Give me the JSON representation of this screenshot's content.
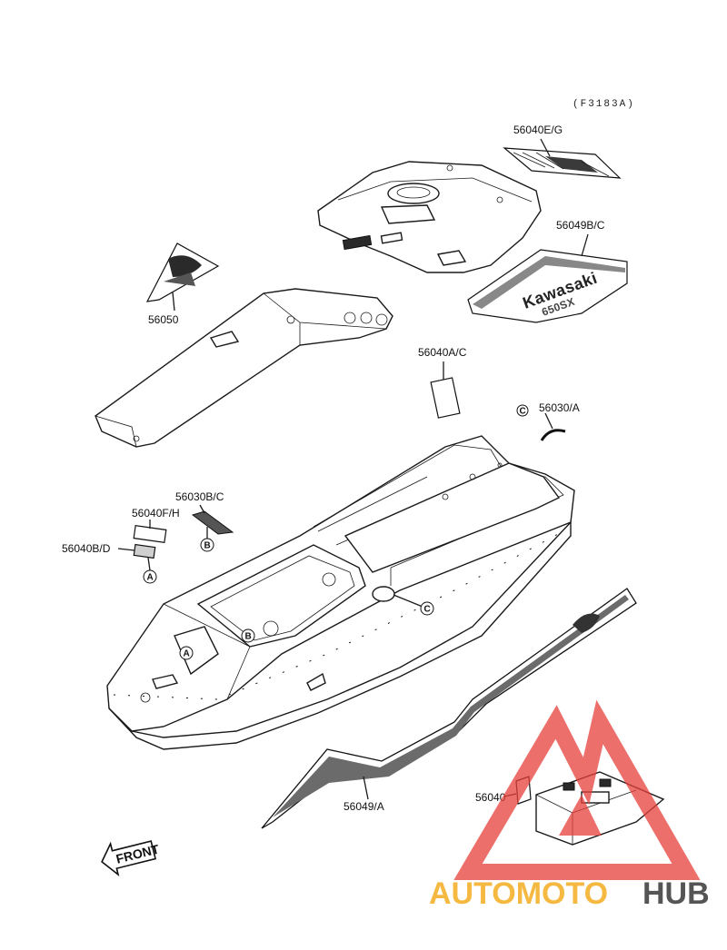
{
  "diagram": {
    "figure_code": "(F3183A)",
    "front_label": "FRONT",
    "brand_decal_text": "Kawasaki",
    "brand_decal_model": "650SX",
    "part_labels": [
      {
        "id": "p1",
        "text": "56040E/G"
      },
      {
        "id": "p2",
        "text": "56049B/C"
      },
      {
        "id": "p3",
        "text": "56050"
      },
      {
        "id": "p4",
        "text": "56040A/C"
      },
      {
        "id": "p5",
        "text": "56030/A"
      },
      {
        "id": "p6",
        "text": "56030B/C"
      },
      {
        "id": "p7",
        "text": "56040F/H"
      },
      {
        "id": "p8",
        "text": "56040B/D"
      },
      {
        "id": "p9",
        "text": "56049/A"
      },
      {
        "id": "p10",
        "text": "56040"
      }
    ],
    "ref_markers": {
      "a": "A",
      "b": "B",
      "c": "C"
    }
  },
  "watermark": {
    "text_part1": "AUTOMOTO",
    "text_part2": "HUB",
    "color_part1": "#f5b942",
    "color_part2": "#555555",
    "logo_color": "#e8403a"
  }
}
